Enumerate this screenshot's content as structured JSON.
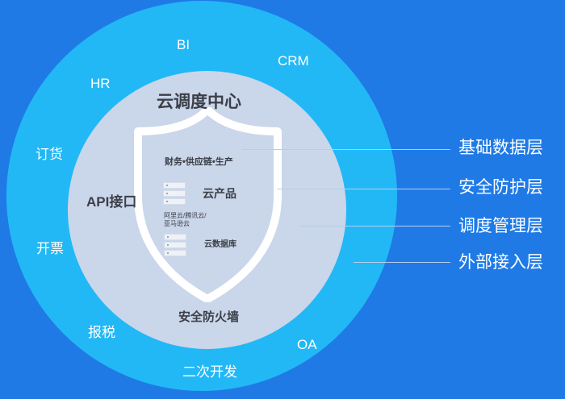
{
  "colors": {
    "background": "#1f7ae6",
    "outer_ring": "#22b8f6",
    "inner_circle": "#cad6ea",
    "shield_outline": "#ffffff",
    "text_dark": "#3c3f47",
    "text_light": "#ffffff"
  },
  "outer_ring_labels": {
    "bi": "BI",
    "crm": "CRM",
    "hr": "HR",
    "dinghuo": "订货",
    "kaipiao": "开票",
    "baoshui": "报税",
    "erci_kaifa": "二次开发",
    "oa": "OA"
  },
  "inner_labels": {
    "title": "云调度中心",
    "api": "API接口",
    "finance": "财务•供应链•生产",
    "cloud_product": "云产品",
    "cloud_vendors_line1": "阿里云/腾讯云/",
    "cloud_vendors_line2": "亚马逊云",
    "cloud_db": "云数据库",
    "firewall": "安全防火墙"
  },
  "layers": [
    "基础数据层",
    "安全防护层",
    "调度管理层",
    "外部接入层"
  ]
}
